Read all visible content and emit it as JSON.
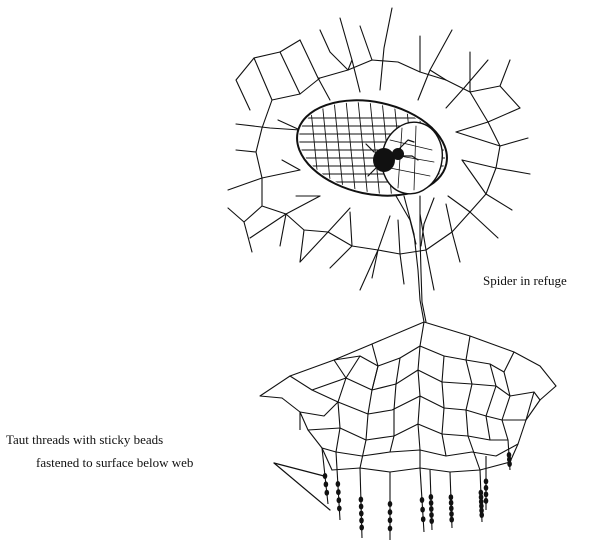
{
  "diagram": {
    "labels": {
      "refuge": "Spider in refuge",
      "threads_line1": "Taut threads with sticky beads",
      "threads_line2": "fastened to surface below web"
    },
    "colors": {
      "ink": "#111111",
      "background": "#ffffff"
    }
  }
}
